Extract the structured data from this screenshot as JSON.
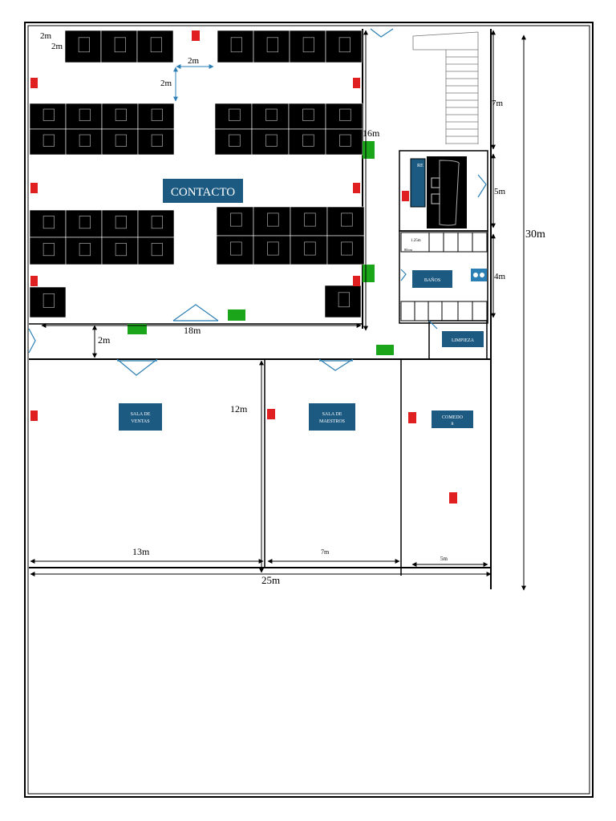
{
  "labels": {
    "contacto": "CONTACTO",
    "sala_ventas_1": "SALA DE",
    "sala_ventas_2": "VENTAS",
    "sala_maestros_1": "SALA DE",
    "sala_maestros_2": "MAESTROS",
    "comedor_1": "COMEDO",
    "comedor_2": "R",
    "banos": "BAÑOS",
    "limpieza": "LIMPIEZA",
    "recepcion": "RE"
  },
  "dimensions": {
    "top_left_w": "2m",
    "top_left_h": "2m",
    "aisle_h": "2m",
    "aisle_v": "2m",
    "office_length": "18m",
    "office_depth": "16m",
    "corridor": "2m",
    "stairs": "7m",
    "reception": "5m",
    "baths": "4m",
    "total_depth": "30m",
    "rooms_depth": "12m",
    "ventas_width": "13m",
    "maestros_width": "7m",
    "comedor_width": "5m",
    "total_width": "25m",
    "bath_w": "1.25m",
    "bath_small": "80cm"
  },
  "colors": {
    "label_fill": "#1c5a82",
    "desk": "#000000",
    "extinguisher": "#e02020",
    "exit_sign": "#1aa51a",
    "door": "#2b7fb5"
  },
  "icons": {
    "extinguisher": "fire-extinguisher-icon",
    "exit": "emergency-exit-icon",
    "workstation": "desk-chair-icon",
    "door": "door-icon",
    "toilet": "toilet-icon"
  }
}
